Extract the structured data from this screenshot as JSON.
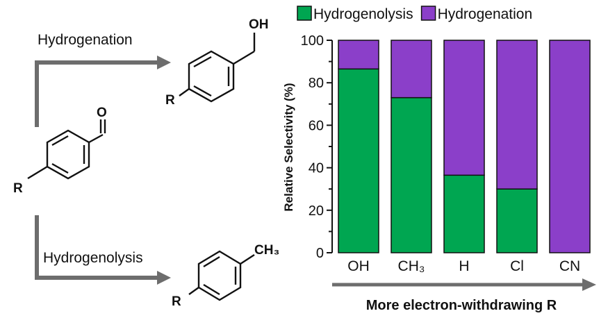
{
  "scheme": {
    "top_arrow_label": "Hydrogenation",
    "bottom_arrow_label": "Hydrogenolysis",
    "reactant_r": "R",
    "reactant_o": "O",
    "hydrogenation_product_oh": "OH",
    "hydrogenation_product_r": "R",
    "hydrogenolysis_product_ch3": "CH₃",
    "hydrogenolysis_product_r": "R"
  },
  "chart_data": {
    "type": "bar",
    "stacked": true,
    "categories": [
      "OH",
      "CH₃",
      "H",
      "Cl",
      "CN"
    ],
    "series": [
      {
        "name": "Hydrogenolysis",
        "color": "#00a651",
        "values": [
          86.5,
          73,
          36.5,
          30,
          0
        ]
      },
      {
        "name": "Hydrogenation",
        "color": "#8b3fc9",
        "values": [
          13.5,
          27,
          63.5,
          70,
          100
        ]
      }
    ],
    "ylabel": "Relative Selectivity (%)",
    "xlabel": "More electron-withdrawing R",
    "ylim": [
      0,
      100
    ],
    "yticks": [
      0,
      20,
      40,
      60,
      80,
      100
    ],
    "grid": false,
    "legend_position": "top"
  }
}
